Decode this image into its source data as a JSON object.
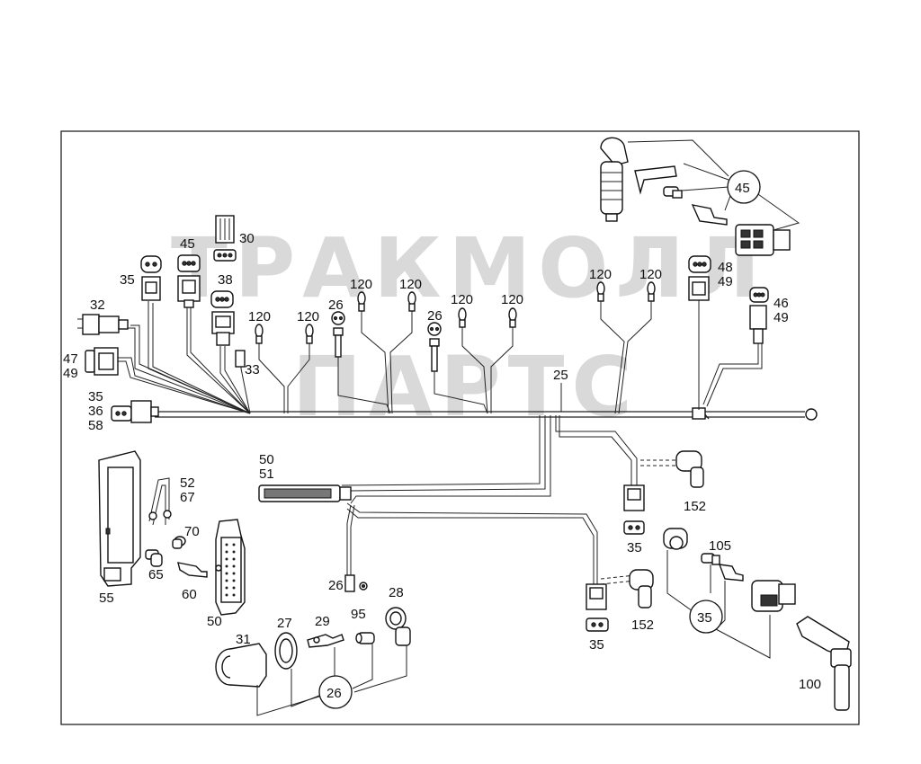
{
  "watermark": {
    "line1": "ТРАКМОЛЛ",
    "line2": "ПАРТС"
  },
  "labels": {
    "p30": "30",
    "p45a": "45",
    "p35a": "35",
    "p38": "38",
    "p32": "32",
    "p47": "47",
    "p49a": "49",
    "p33": "33",
    "p120a": "120",
    "p120b": "120",
    "p26a": "26",
    "p120c": "120",
    "p120d": "120",
    "p26b": "26",
    "p120e": "120",
    "p120f": "120",
    "p120g": "120",
    "p120h": "120",
    "p48": "48",
    "p49b": "49",
    "p46": "46",
    "p49c": "49",
    "p45b": "45",
    "p35b": "35",
    "p36": "36",
    "p58": "58",
    "p25": "25",
    "p50a": "50",
    "p51": "51",
    "p52": "52",
    "p67": "67",
    "p70": "70",
    "p65": "65",
    "p60": "60",
    "p55": "55",
    "p50b": "50",
    "p152a": "152",
    "p35c": "35",
    "p105": "105",
    "p26c": "26",
    "p28": "28",
    "p27": "27",
    "p29": "29",
    "p95": "95",
    "p31": "31",
    "p152b": "152",
    "p35d": "35",
    "p35e": "35",
    "p100": "100",
    "p26d": "26"
  }
}
